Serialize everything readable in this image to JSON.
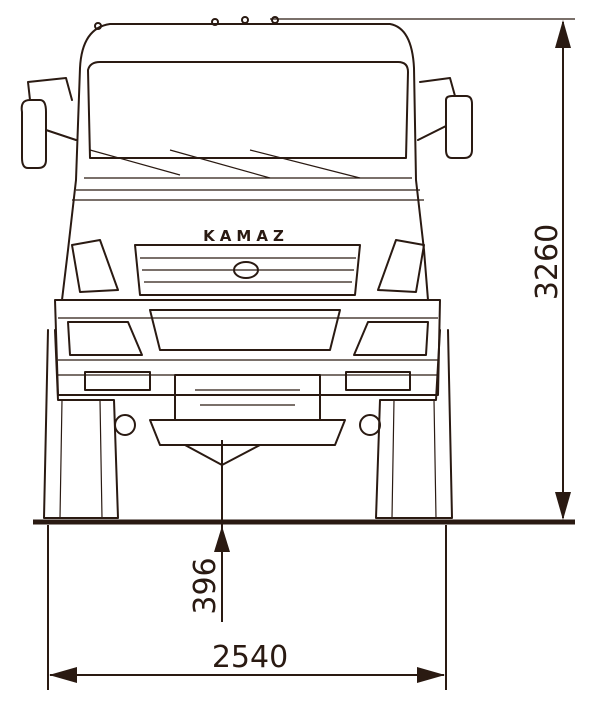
{
  "title": "KAMAZ truck front view dimensions",
  "logo_text": "KAMAZ",
  "dimensions": {
    "height": "3260",
    "ground_clearance": "396",
    "track_width": "2540"
  },
  "colors": {
    "line": "#2a1a12",
    "background": "#ffffff"
  }
}
